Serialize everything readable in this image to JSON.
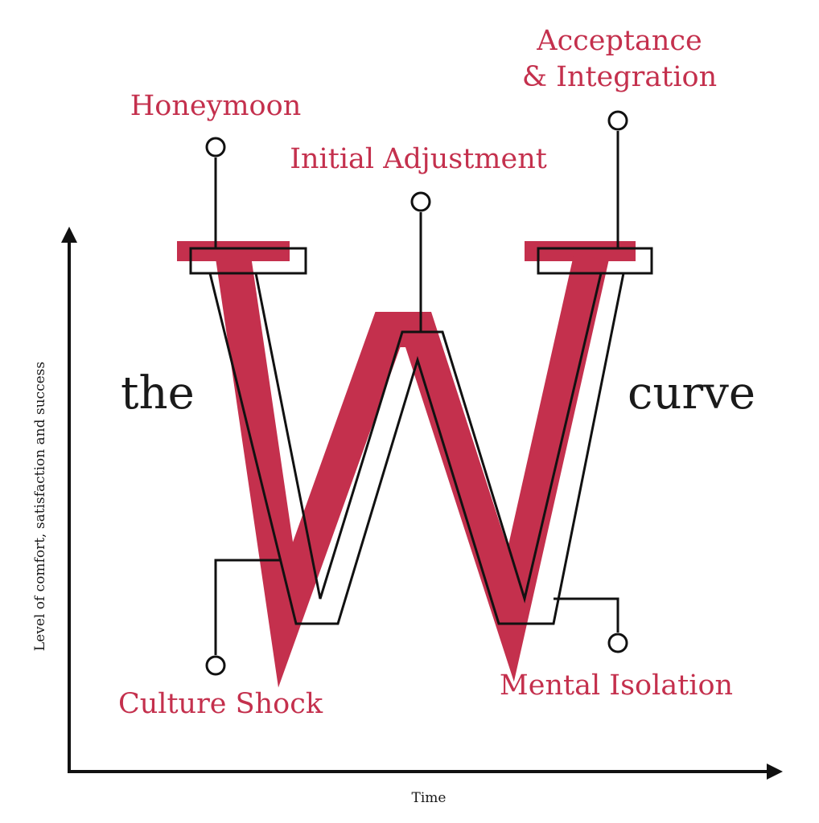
{
  "colors": {
    "accent": "#c4304d",
    "ink": "#111111",
    "background": "#ffffff"
  },
  "diagram": {
    "word_left": "the",
    "word_right": "curve",
    "axes": {
      "x_label": "Time",
      "y_label": "Level of comfort, satisfaction and success"
    },
    "stages": {
      "honeymoon": "Honeymoon",
      "initial_adjustment": "Initial Adjustment",
      "acceptance_line1": "Acceptance",
      "acceptance_line2": "& Integration",
      "culture_shock": "Culture Shock",
      "mental_isolation": "Mental Isolation"
    }
  }
}
